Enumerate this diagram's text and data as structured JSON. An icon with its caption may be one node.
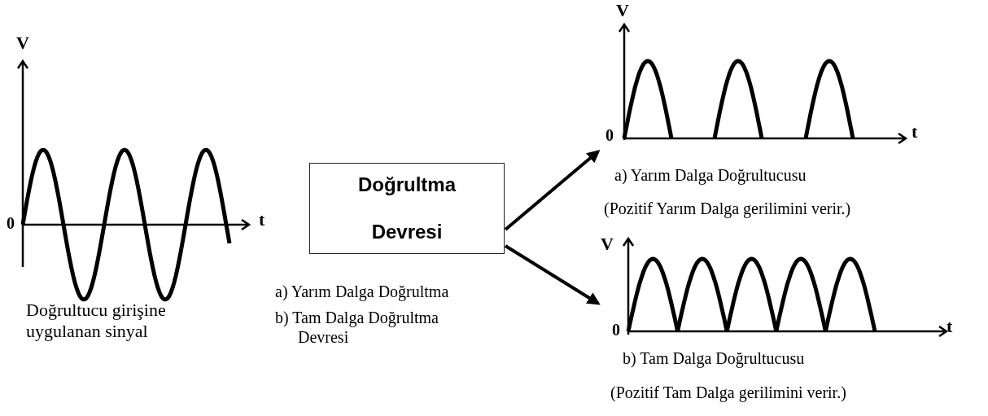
{
  "diagram": {
    "nodes": [
      {
        "text": [
          "Doğrultma Devresi"
        ]
      },
      {
        "text": [],
        "shape": "picture",
        "beside": [
          "V",
          "0",
          "t",
          "a) Yarım Dalga Doğrultucusu",
          "(Pozitif Yarım Dalga gerilimini verir.)"
        ]
      },
      {
        "text": [],
        "shape": "picture",
        "beside": [
          "V",
          "0",
          "t",
          "b) Tam Dalga Doğrultucusu",
          "(Pozitif Tam Dalga gerilimini verir.)"
        ]
      }
    ],
    "edges": [
      {
        "from": 0,
        "to": 1,
        "arrow": "to"
      },
      {
        "from": 0,
        "to": 2,
        "arrow": "to"
      }
    ],
    "labels": [
      "V",
      "0",
      "t",
      "Doğrultucu girişine uygulanan sinyal",
      "a) Yarım Dalga Doğrultma",
      "b) Tam Dalga Doğrultma Devresi"
    ]
  }
}
